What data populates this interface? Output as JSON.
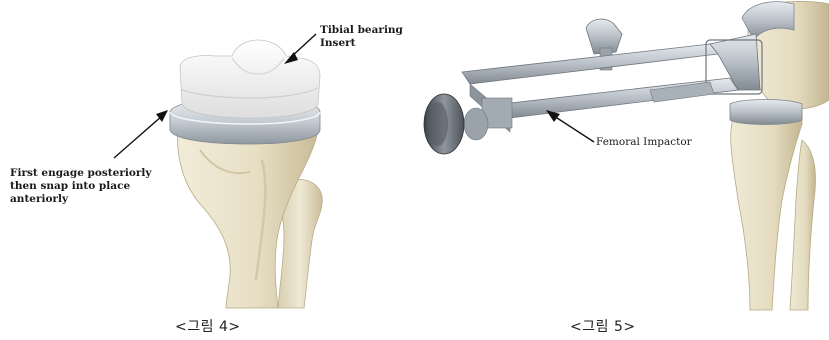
{
  "figure4": {
    "labels": {
      "insert": "Tibial bearing\nInsert",
      "engage": "First engage posteriorly\nthen snap into place\nanteriorly"
    },
    "caption": "<그림 4>"
  },
  "figure5": {
    "labels": {
      "impactor": "Femoral Impactor"
    },
    "caption": "<그림 5>"
  },
  "colors": {
    "bone": "#e9e2cc",
    "bone_shadow": "#c9bd9a",
    "metal": "#c6ccd2",
    "metal_dark": "#7d858d",
    "insert": "#f4f4f4",
    "text": "#1a1a1a"
  }
}
